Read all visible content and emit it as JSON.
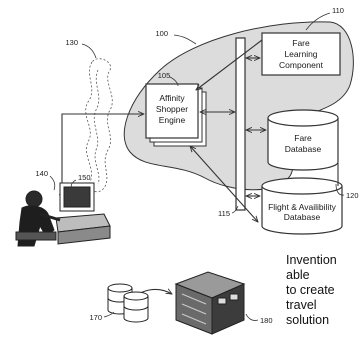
{
  "labels": {
    "system_ref": "100",
    "fare_learning_ref": "110",
    "engine_ref": "105",
    "network_ref": "130",
    "user_ref": "140",
    "workstation_ref": "150",
    "fare_db_ref": "120",
    "bus_ref": "115",
    "disk_ref": "170",
    "server_ref": "180"
  },
  "components": {
    "fare_learning": [
      "Fare",
      "Learning",
      "Component"
    ],
    "engine": [
      "Affinity",
      "Shopper",
      "Engine"
    ],
    "fare_database": [
      "Fare",
      "Database"
    ],
    "flight_database": [
      "Flight & Availibility",
      "Database"
    ]
  },
  "caption": "Invention\nable\nto create\ntravel\nsolution",
  "colors": {
    "region_fill": "#dcdcdc",
    "line": "#333333",
    "background": "#ffffff"
  },
  "icons": [
    "cloud-icon",
    "computer-user-icon",
    "disk-stack-icon",
    "server-icon"
  ]
}
